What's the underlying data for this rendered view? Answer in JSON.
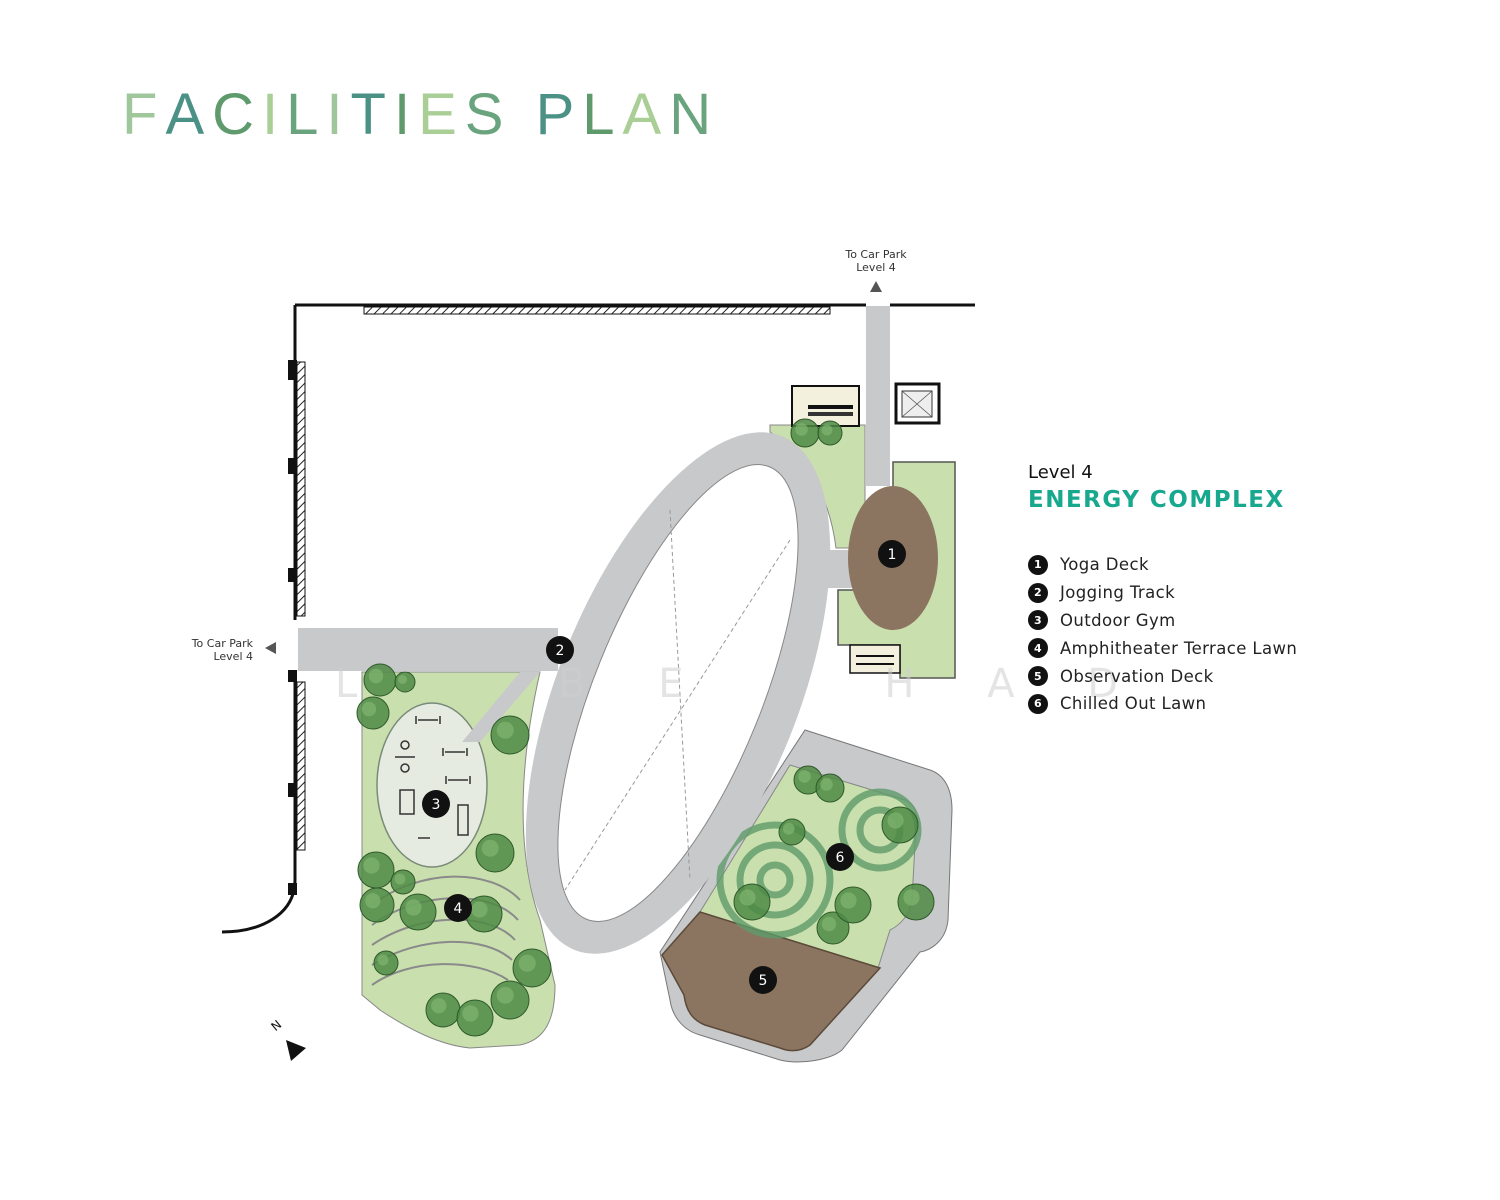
{
  "title": {
    "text": "FACILITIES PLAN",
    "gradient_colors": [
      "#9fc79b",
      "#4b9186",
      "#5e9a6b",
      "#a9cf96",
      "#6aa47e"
    ]
  },
  "legend": {
    "level": "Level 4",
    "complex": "ENERGY COMPLEX",
    "accent_color": "#17a88e",
    "items": [
      {
        "number": "1",
        "label": "Yoga Deck"
      },
      {
        "number": "2",
        "label": "Jogging Track"
      },
      {
        "number": "3",
        "label": "Outdoor Gym"
      },
      {
        "number": "4",
        "label": "Amphitheater Terrace Lawn"
      },
      {
        "number": "5",
        "label": "Observation Deck"
      },
      {
        "number": "6",
        "label": "Chilled Out Lawn"
      }
    ]
  },
  "plan": {
    "top_access": {
      "line1": "To Car Park",
      "line2": "Level 4"
    },
    "left_access": {
      "line1": "To Car Park",
      "line2": "Level 4"
    },
    "watermark": "L    B E    H A D",
    "markers": [
      "1",
      "2",
      "3",
      "4",
      "5",
      "6"
    ],
    "north_label": "N",
    "colors": {
      "track": "#c8c9cb",
      "lawn": "#c9e0ae",
      "deck": "#8b7560",
      "tree": "#4f8a45",
      "marker": "#111111"
    }
  }
}
